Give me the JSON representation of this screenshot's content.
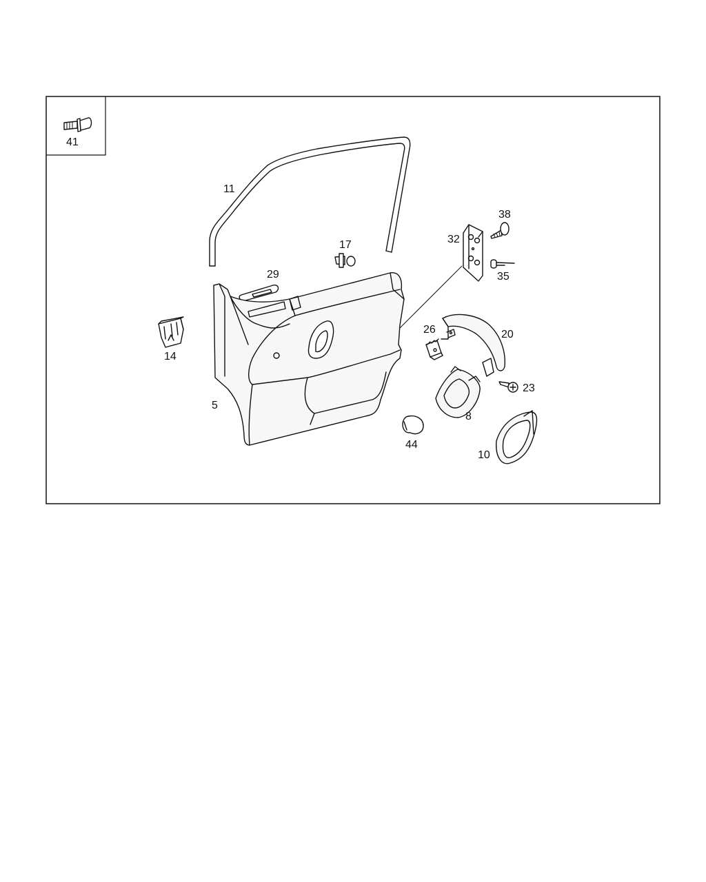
{
  "diagram": {
    "labels": {
      "part_41": "41",
      "part_11": "11",
      "part_38": "38",
      "part_32": "32",
      "part_17": "17",
      "part_35": "35",
      "part_29": "29",
      "part_20": "20",
      "part_26": "26",
      "part_14": "14",
      "part_23": "23",
      "part_5": "5",
      "part_8": "8",
      "part_44": "44",
      "part_10": "10"
    }
  }
}
